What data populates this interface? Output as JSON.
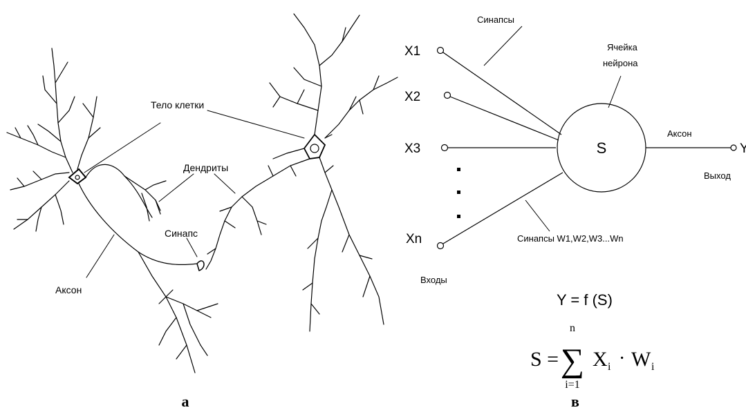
{
  "left_panel": {
    "label_cell_body": "Тело клетки",
    "label_dendrites": "Дендриты",
    "label_synapse": "Синапс",
    "label_axon": "Аксон",
    "caption": "а"
  },
  "right_panel": {
    "label_synapses_top": "Синапсы",
    "label_neuron_cell_line1": "Ячейка",
    "label_neuron_cell_line2": "нейрона",
    "inputs": [
      "X1",
      "X2",
      "X3",
      "Xn"
    ],
    "sum_symbol": "S",
    "label_axon": "Аксон",
    "output_symbol": "Y",
    "label_output": "Выход",
    "label_synapses_weights": "Синапсы W1,W2,W3...Wn",
    "label_inputs": "Входы",
    "formula_y": "Y = f (S)",
    "formula_s": {
      "lhs": "S =",
      "upper": "n",
      "lower": "i=1",
      "sigma": "∑",
      "x": "X",
      "x_sub": "i",
      "dot": "·",
      "w": "W",
      "w_sub": "i"
    },
    "caption": "в"
  }
}
